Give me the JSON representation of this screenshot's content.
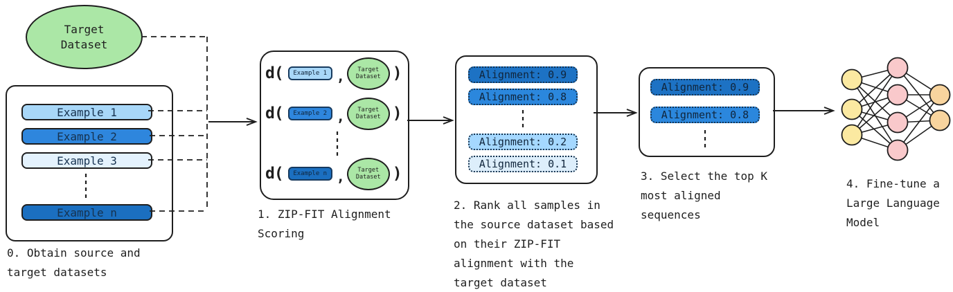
{
  "colors": {
    "ink": "#1e1e1e",
    "green_fill": "#abe7a6",
    "blue_light": "#a8d7f8",
    "blue_mid": "#2e86dd",
    "blue_pale": "#e4f2fd",
    "blue_dark": "#1b6fc0",
    "align_09": "#1d72c4",
    "align_08": "#2b87dd",
    "align_02": "#a5d8ff",
    "align_01": "#ddeefb",
    "node_yellow": "#fbe9a1",
    "node_pink": "#f9c9cb",
    "node_orange": "#f8d49e"
  },
  "stage0": {
    "target_label": "Target\nDataset",
    "examples": [
      {
        "label": "Example 1",
        "fill": "#a8d7f8"
      },
      {
        "label": "Example 2",
        "fill": "#2e86dd"
      },
      {
        "label": "Example 3",
        "fill": "#e4f2fd"
      },
      {
        "label": "Example n",
        "fill": "#1b6fc0"
      }
    ],
    "caption": "0. Obtain source and\ntarget datasets"
  },
  "stage1": {
    "rows": [
      {
        "d": "d(",
        "example": "Example 1",
        "fill": "#a8d7f8",
        "comma": ",",
        "target": "Target\nDataset",
        "target_fill": "#abe7a6",
        "close": ")"
      },
      {
        "d": "d(",
        "example": "Example 2",
        "fill": "#2e86dd",
        "comma": ",",
        "target": "Target\nDataset",
        "target_fill": "#abe7a6",
        "close": ")"
      },
      {
        "d": "d(",
        "example": "Example n",
        "fill": "#1b6fc0",
        "comma": ",",
        "target": "Target\nDataset",
        "target_fill": "#abe7a6",
        "close": ")"
      }
    ],
    "caption": "1. ZIP-FIT Alignment\nScoring"
  },
  "stage2": {
    "chips": [
      {
        "label": "Alignment: 0.9",
        "fill": "#1d72c4"
      },
      {
        "label": "Alignment: 0.8",
        "fill": "#2b87dd"
      },
      {
        "label": "Alignment: 0.2",
        "fill": "#a5d8ff"
      },
      {
        "label": "Alignment: 0.1",
        "fill": "#ddeefb"
      }
    ],
    "caption": "2. Rank all samples in\nthe source dataset based\non their ZIP-FIT\nalignment with the\ntarget dataset"
  },
  "stage3": {
    "chips": [
      {
        "label": "Alignment: 0.9",
        "fill": "#1d72c4"
      },
      {
        "label": "Alignment: 0.8",
        "fill": "#2b87dd"
      }
    ],
    "caption": "3. Select the top K\nmost aligned\nsequences"
  },
  "stage4": {
    "caption": "4. Fine-tune a\nLarge Language\nModel"
  }
}
